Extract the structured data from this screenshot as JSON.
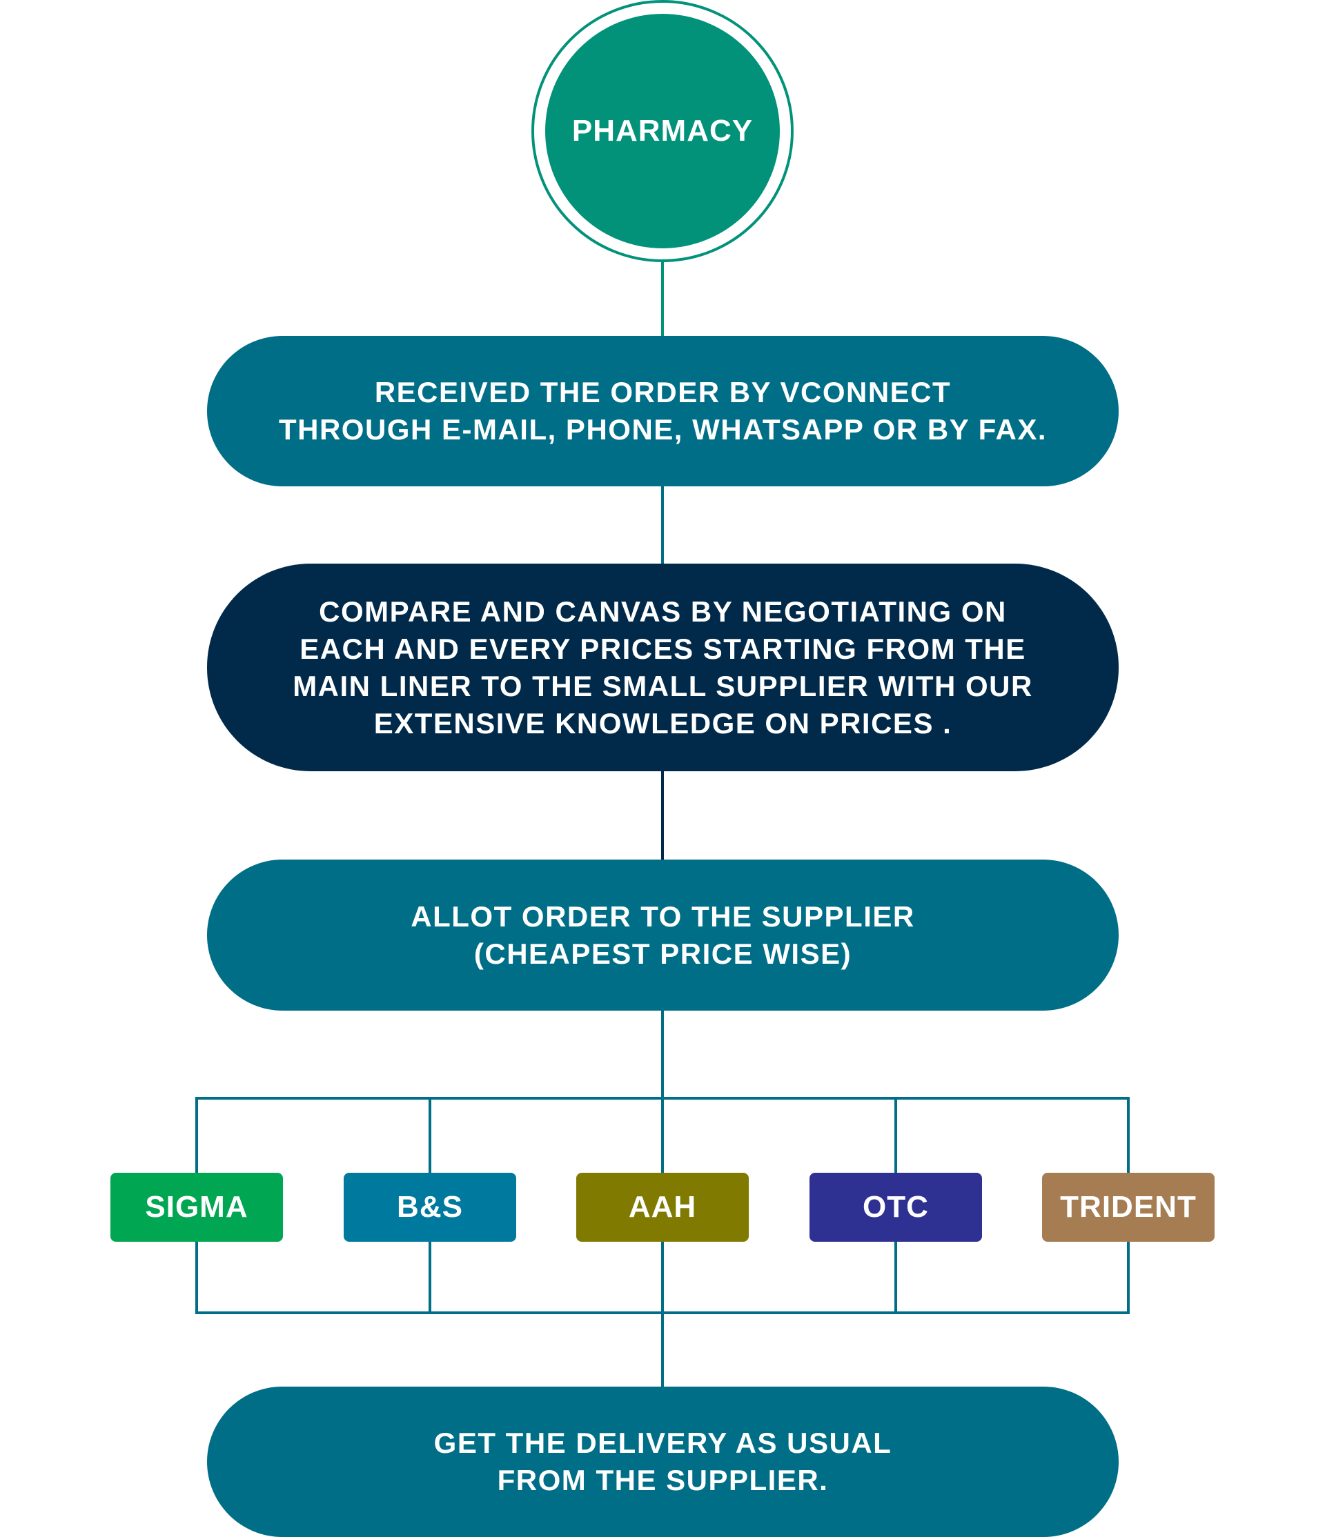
{
  "start_node": {
    "label": "PHARMACY"
  },
  "steps": [
    {
      "text": "RECEIVED THE ORDER BY VCONNECT\nTHROUGH  E-MAIL, PHONE, WHATSAPP OR BY FAX."
    },
    {
      "text": "COMPARE AND CANVAS BY NEGOTIATING ON\nEACH AND EVERY PRICES STARTING FROM THE\nMAIN LINER TO THE SMALL SUPPLIER WITH OUR\nEXTENSIVE KNOWLEDGE ON PRICES ."
    },
    {
      "text": "ALLOT ORDER TO THE SUPPLIER\n(CHEAPEST PRICE WISE)"
    },
    {
      "text": "GET THE DELIVERY AS USUAL\nFROM THE SUPPLIER."
    }
  ],
  "suppliers": [
    {
      "label": "SIGMA",
      "color": "#00a651"
    },
    {
      "label": "B&S",
      "color": "#00799f"
    },
    {
      "label": "AAH",
      "color": "#807a01"
    },
    {
      "label": "OTC",
      "color": "#2e3192"
    },
    {
      "label": "TRIDENT",
      "color": "#a67c52"
    }
  ],
  "colors": {
    "pharmacy": "#02927a",
    "step_teal": "#006e87",
    "step_navy": "#012a4a",
    "connector": "#006e87"
  }
}
